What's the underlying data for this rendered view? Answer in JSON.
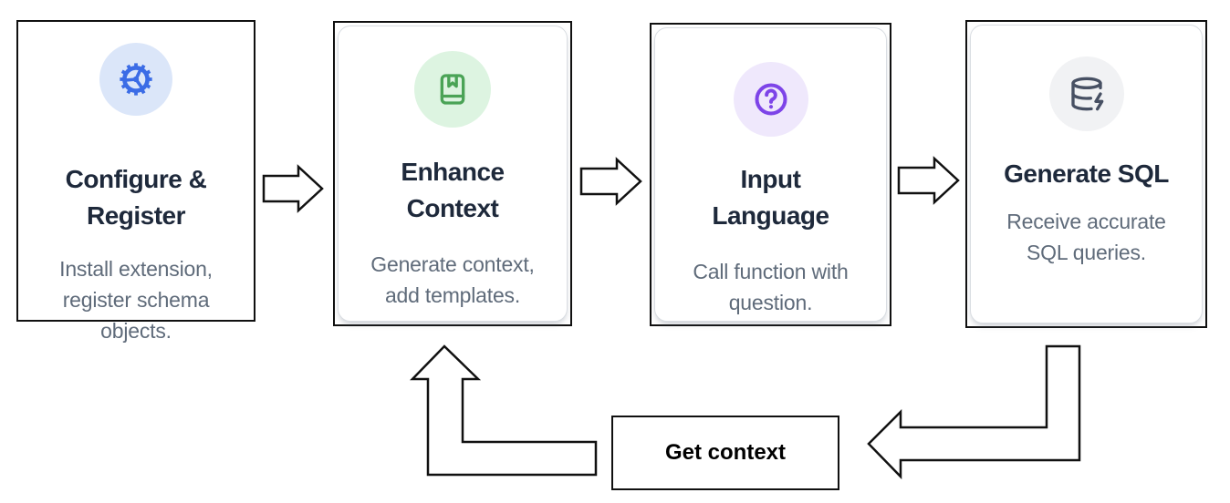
{
  "steps": [
    {
      "title": "Configure & Register",
      "title_lines": [
        "Configure &",
        "Register"
      ],
      "description": "Install extension, register schema objects.",
      "desc_lines": [
        "Install extension,",
        "register schema",
        "objects."
      ],
      "icon": "gear-icon",
      "accent_color": "#3b6ce6",
      "icon_bg_color": "#dbe6f9"
    },
    {
      "title": "Enhance Context",
      "title_lines": [
        "Enhance",
        "Context"
      ],
      "description": "Generate context, add templates.",
      "desc_lines": [
        "Generate context,",
        "add templates."
      ],
      "icon": "book-icon",
      "accent_color": "#4aa356",
      "icon_bg_color": "#ddf4e1"
    },
    {
      "title": "Input Language",
      "title_lines": [
        "Input",
        "Language"
      ],
      "description": "Call function with question.",
      "desc_lines": [
        "Call function with",
        "question."
      ],
      "icon": "help-circle-icon",
      "accent_color": "#7d44e8",
      "icon_bg_color": "#efe8fc"
    },
    {
      "title": "Generate SQL",
      "title_lines": [
        "Generate SQL"
      ],
      "description": "Receive accurate SQL queries.",
      "desc_lines": [
        "Receive accurate",
        "SQL queries."
      ],
      "icon": "database-zap-icon",
      "accent_color": "#475063",
      "icon_bg_color": "#f1f2f4"
    }
  ],
  "loop": {
    "label": "Get context"
  },
  "colors": {
    "background": "#ffffff",
    "card_border": "#101010",
    "title_text": "#1e293b",
    "desc_text": "#5f6b7a",
    "arrow_outline": "#111111"
  }
}
